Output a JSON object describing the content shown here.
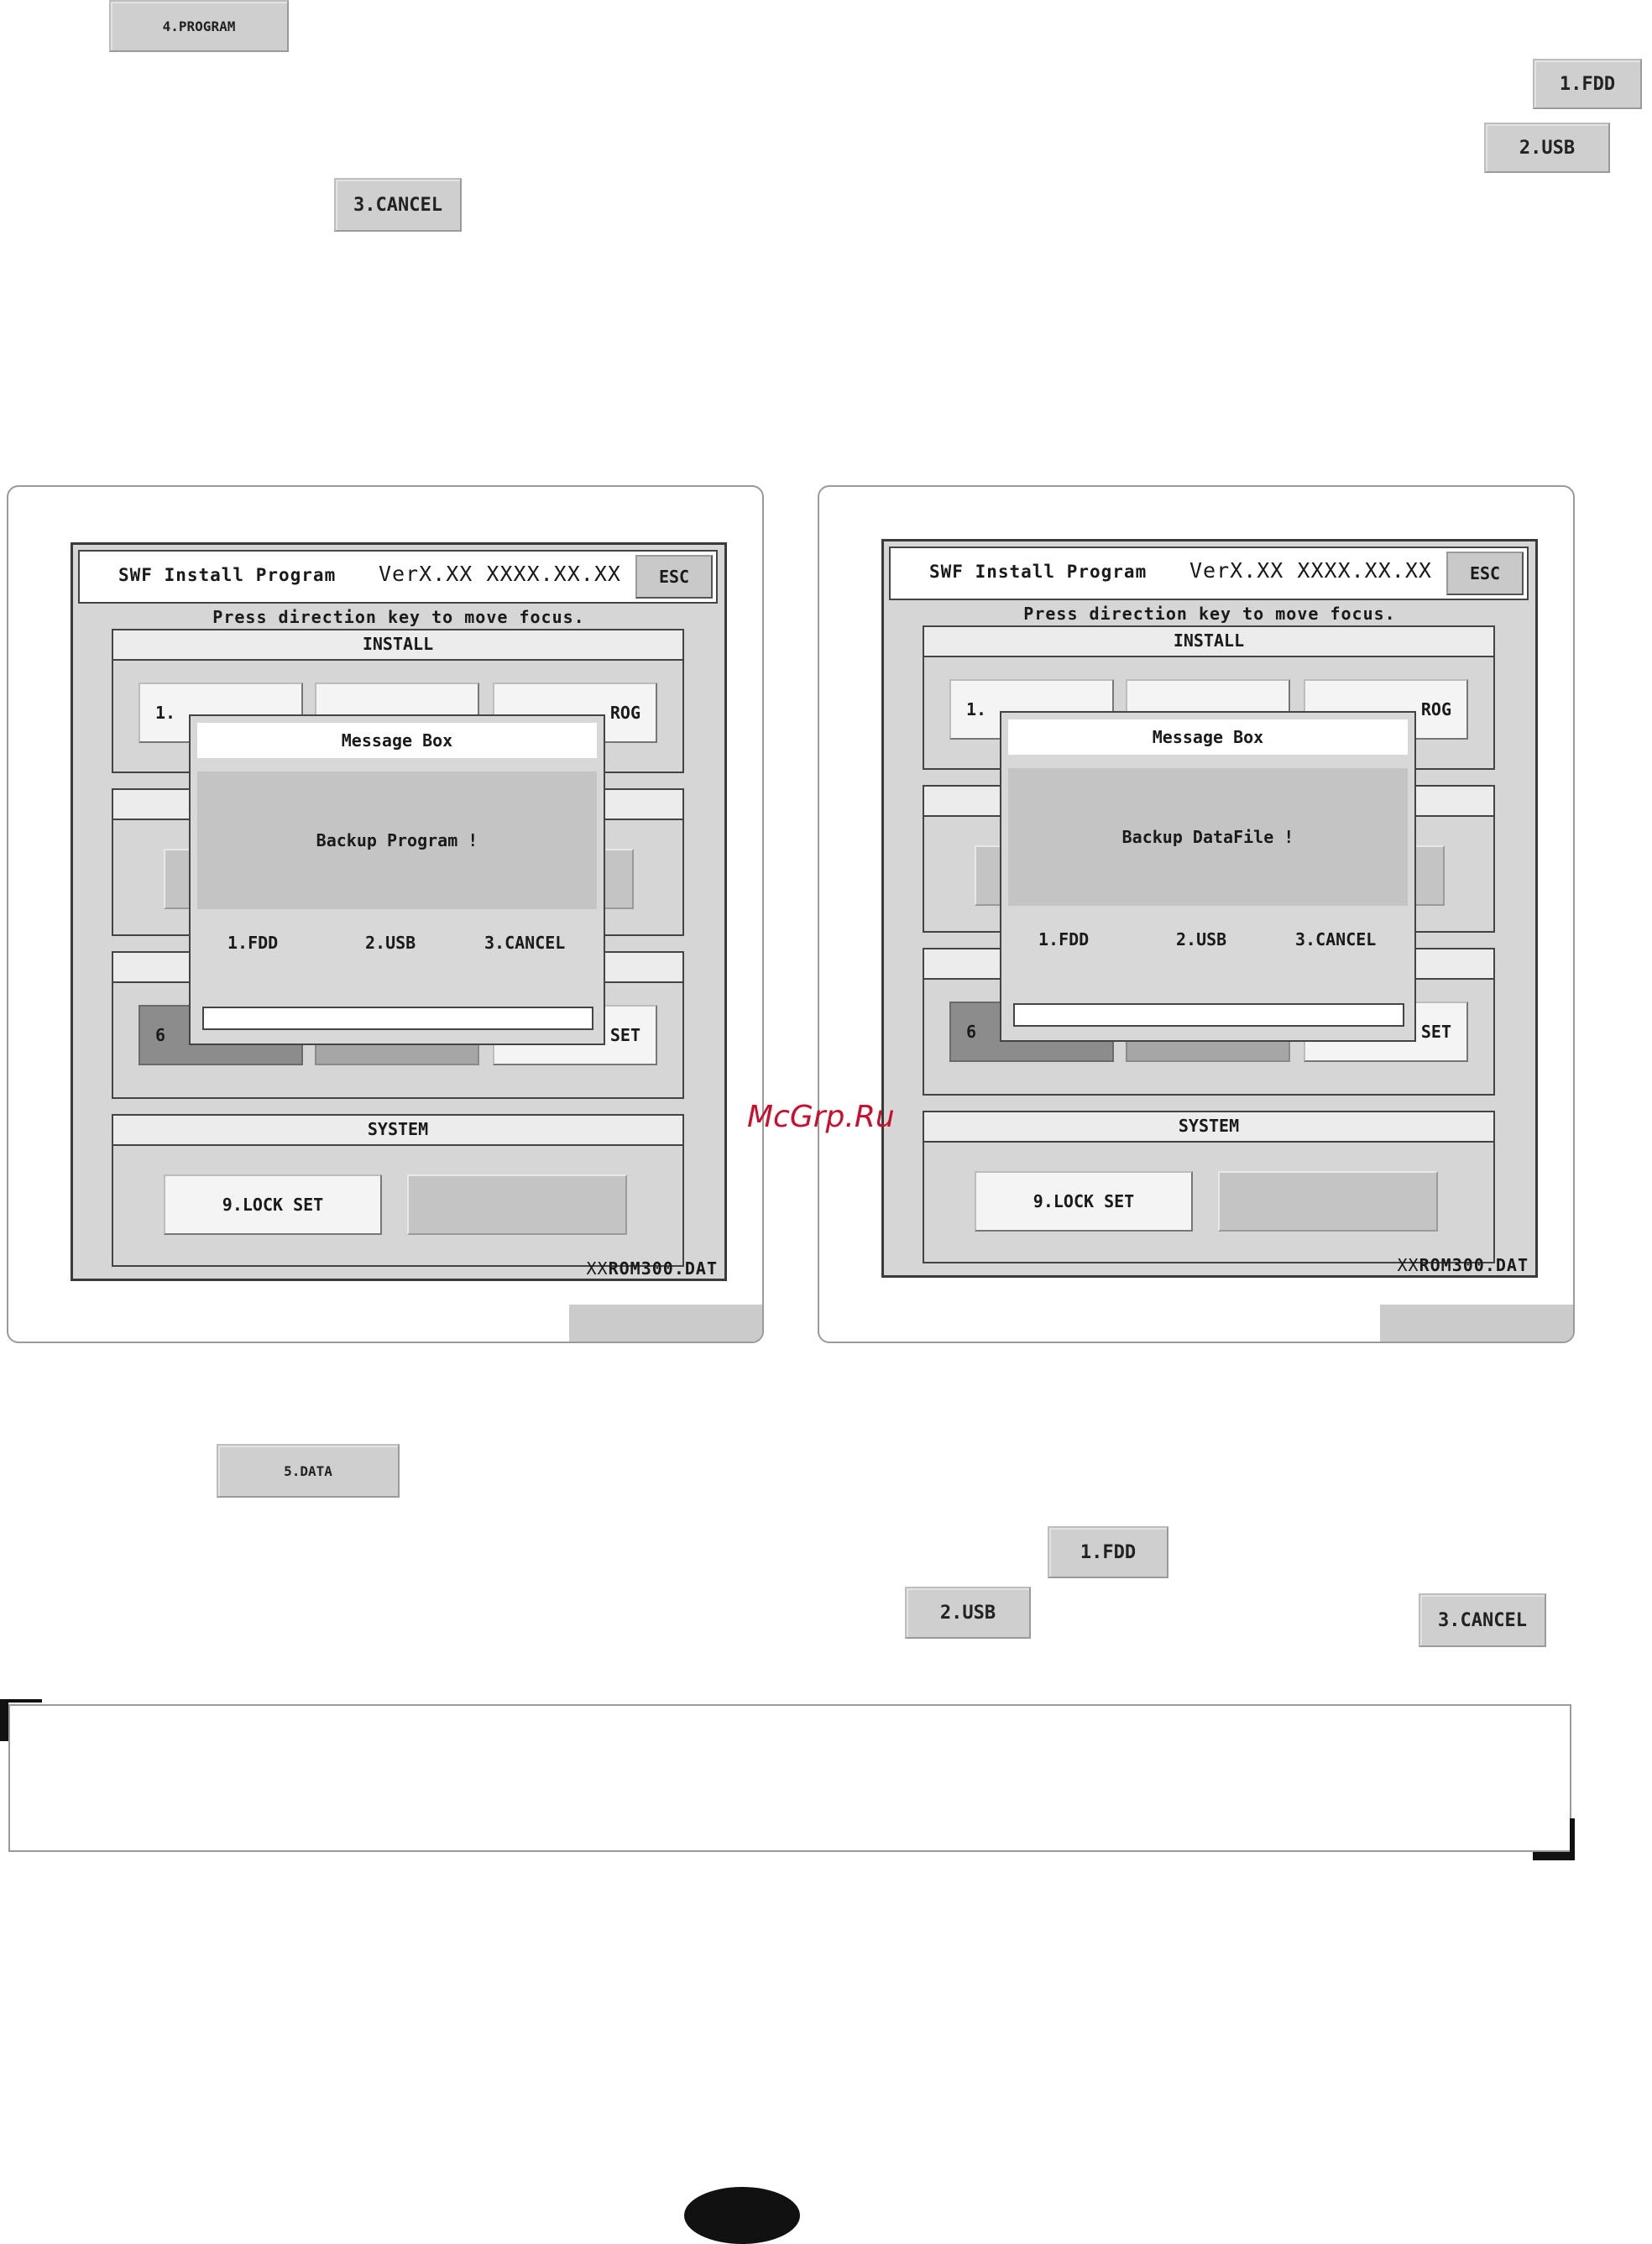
{
  "top_keys": {
    "program": "4.PROGRAM",
    "fdd": "1.FDD",
    "usb": "2.USB",
    "cancel": "3.CANCEL"
  },
  "screens": [
    {
      "title": "SWF Install Program",
      "version": "VerX.XX XXXX.XX.XX",
      "esc": "ESC",
      "hint": "Press direction key to move focus.",
      "install_header": "INSTALL",
      "install_buttons": [
        "1.",
        "",
        "ROG"
      ],
      "row3_buttons": [
        "6",
        "",
        "SET"
      ],
      "system_header": "SYSTEM",
      "system_buttons": [
        "9.LOCK SET",
        ""
      ],
      "msgbox": {
        "title": "Message Box",
        "message": "Backup Program !",
        "options": [
          "1.FDD",
          "2.USB",
          "3.CANCEL"
        ]
      },
      "footer_prefix": "XX",
      "footer_file": "ROM300.DAT"
    },
    {
      "title": "SWF Install Program",
      "version": "VerX.XX XXXX.XX.XX",
      "esc": "ESC",
      "hint": "Press direction key to move focus.",
      "install_header": "INSTALL",
      "install_buttons": [
        "1.",
        "",
        "ROG"
      ],
      "row3_buttons": [
        "6",
        "",
        "SET"
      ],
      "system_header": "SYSTEM",
      "system_buttons": [
        "9.LOCK SET",
        ""
      ],
      "msgbox": {
        "title": "Message Box",
        "message": "Backup DataFile !",
        "options": [
          "1.FDD",
          "2.USB",
          "3.CANCEL"
        ]
      },
      "footer_prefix": "XX",
      "footer_file": "ROM300.DAT"
    }
  ],
  "watermark": "McGrp.Ru",
  "bottom_keys": {
    "data": "5.DATA",
    "fdd": "1.FDD",
    "usb": "2.USB",
    "cancel": "3.CANCEL"
  }
}
